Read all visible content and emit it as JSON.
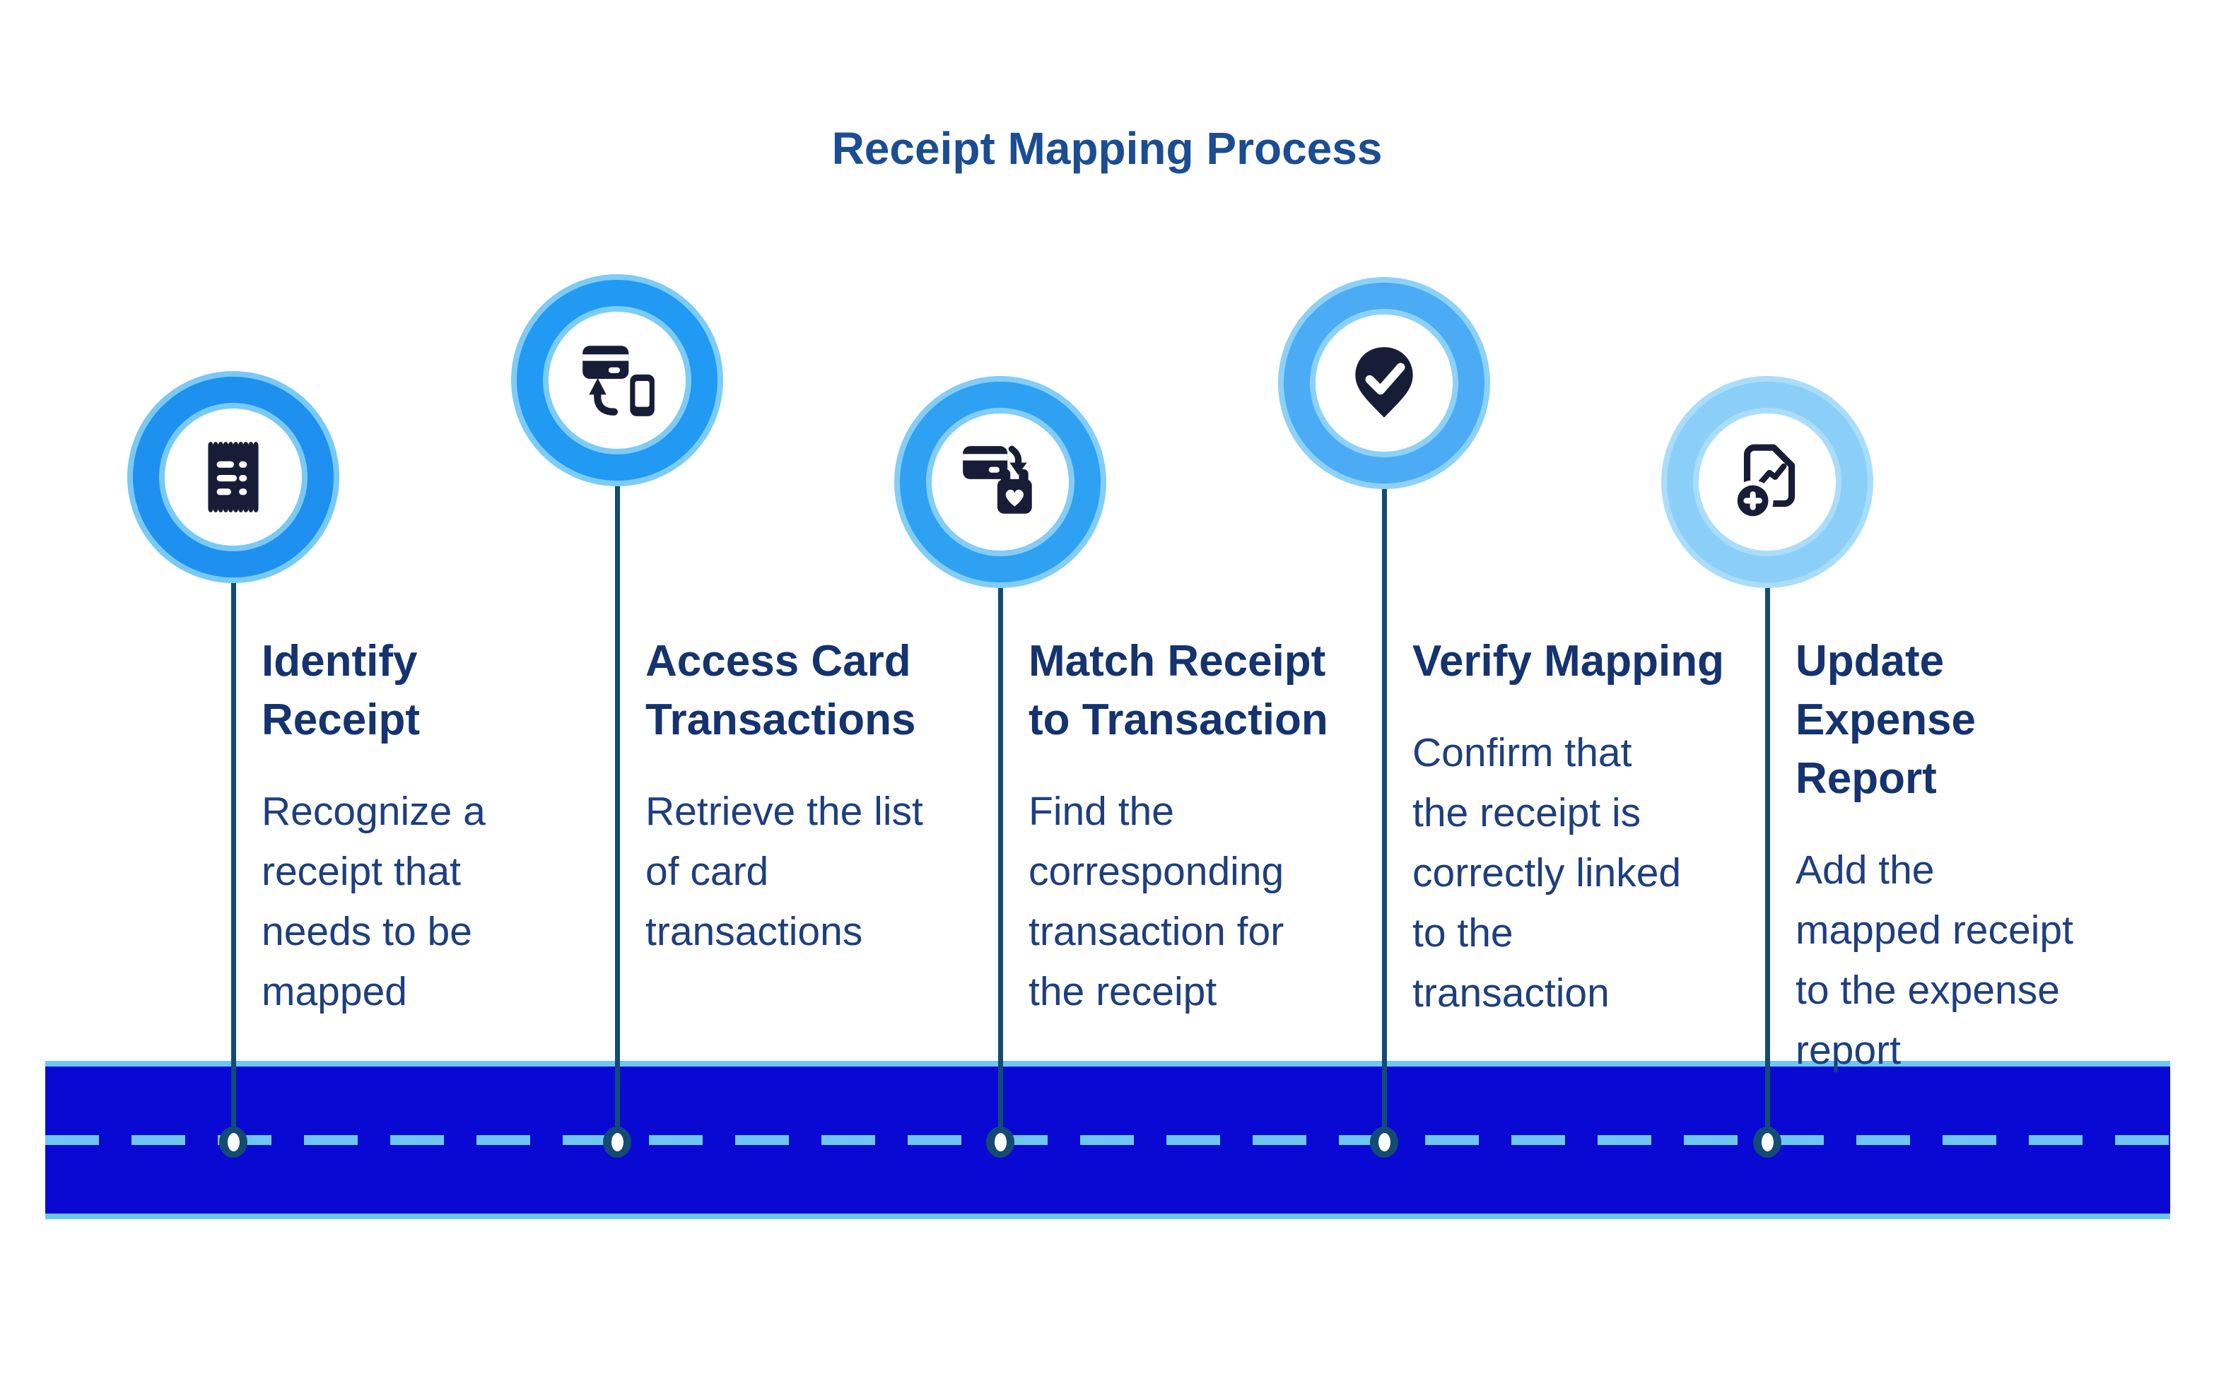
{
  "title": "Receipt Mapping Process",
  "colors": {
    "background": "#FFFFFF",
    "title": "#1A4D92",
    "heading": "#14336F",
    "body": "#1E3F7E",
    "icon": "#181D37",
    "bar_fill": "#0909D3",
    "bar_edge": "#6EC6F3",
    "dash": "#6EC6F3",
    "connector": "#134B73",
    "node_center": "#FFFFFF"
  },
  "steps": [
    {
      "heading": "Identify\nReceipt",
      "body": "Recognize a\nreceipt that\nneeds to be\nmapped",
      "icon": "receipt-icon",
      "ring_color": "#1E90F0",
      "ring_edge_color": "#79C9F7"
    },
    {
      "heading": "Access Card\nTransactions",
      "body": "Retrieve the list\nof card\ntransactions",
      "icon": "card-to-phone-icon",
      "ring_color": "#209AF2",
      "ring_edge_color": "#7DCBF7"
    },
    {
      "heading": "Match Receipt\nto Transaction",
      "body": "Find the\ncorresponding\ntransaction for\nthe receipt",
      "icon": "card-to-bag-icon",
      "ring_color": "#2FA1F3",
      "ring_edge_color": "#83CDF8"
    },
    {
      "heading": "Verify Mapping",
      "body": "Confirm that\nthe receipt is\ncorrectly linked\nto the\ntransaction",
      "icon": "pin-check-icon",
      "ring_color": "#4BACF5",
      "ring_edge_color": "#8DD1F8"
    },
    {
      "heading": "Update\nExpense\nReport",
      "body": "Add the\nmapped receipt\nto the expense\nreport",
      "icon": "report-add-icon",
      "ring_color": "#8BCFF8",
      "ring_edge_color": "#AADDFB"
    }
  ]
}
